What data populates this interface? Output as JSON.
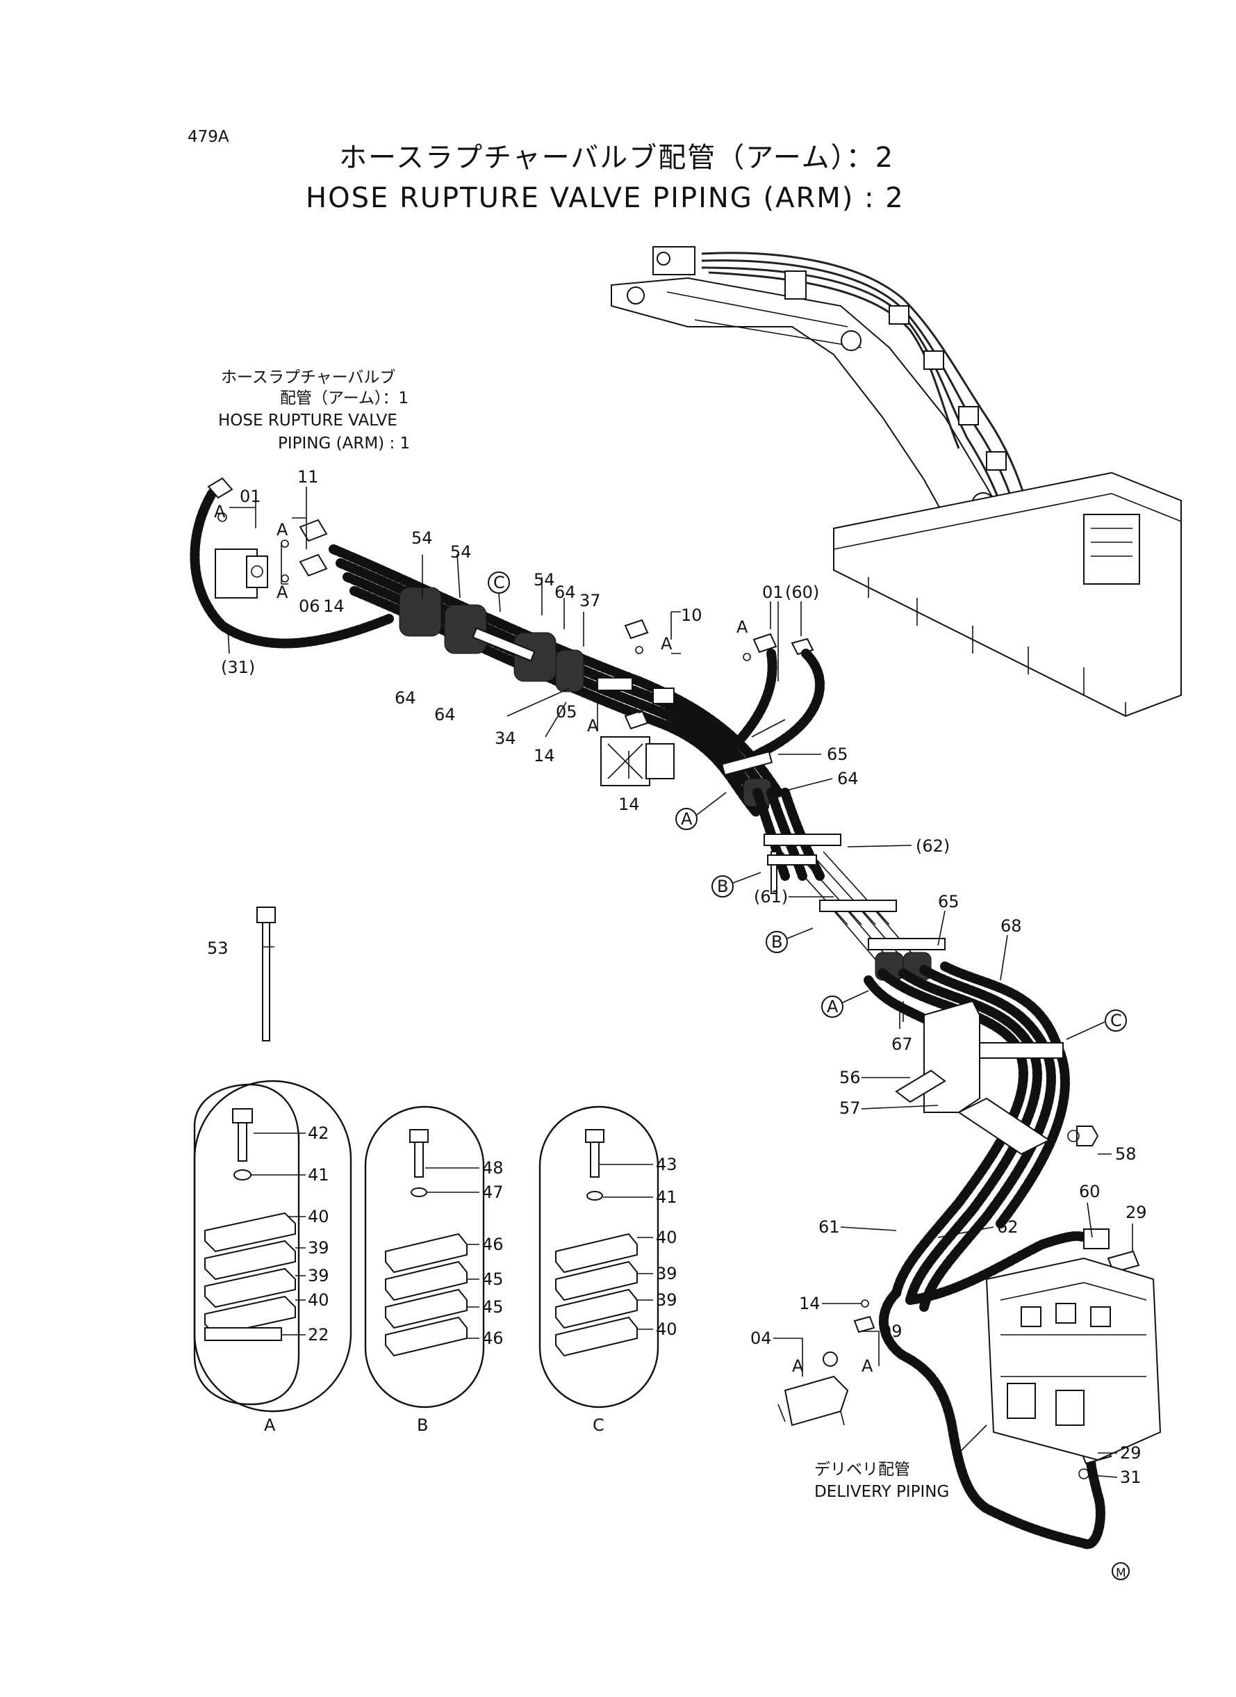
{
  "header": {
    "page_code": "479A",
    "title_jp": "ホースラプチャーバルブ配管（アーム）：2",
    "title_en": "HOSE  RUPTURE  VALVE  PIPING (ARM)  :  2"
  },
  "references": {
    "piping1_jp_line1": "ホースラプチャーバルブ",
    "piping1_jp_line2": "配管（アーム）：1",
    "piping1_en_line1": "HOSE   RUPTURE  VALVE",
    "piping1_en_line2": "PIPING (ARM)  :  1",
    "delivery_jp": "デリベリ配管",
    "delivery_en": "DELIVERY  PIPING"
  },
  "callouts": {
    "c01a": "01",
    "c11": "11",
    "cA1": "A",
    "cA2": "A",
    "cA3": "A",
    "c06": "06",
    "c14a": "14",
    "c31p": "(31)",
    "c54a": "54",
    "c54b": "54",
    "c54c": "54",
    "c64a": "64",
    "c64b": "64",
    "c64c": "64",
    "c37": "37",
    "c10": "10",
    "cA4": "A",
    "c34": "34",
    "c05": "05",
    "cA5": "A",
    "c14b": "14",
    "c14c": "14",
    "c01b": "01",
    "c60p": "(60)",
    "cA6": "A",
    "c65a": "65",
    "c64d": "64",
    "c62p": "(62)",
    "c61p": "(61)",
    "c65b": "65",
    "c68": "68",
    "c67": "67",
    "c56": "56",
    "c57": "57",
    "c58": "58",
    "c53": "53",
    "c60": "60",
    "c29a": "29",
    "c61": "61",
    "c62": "62",
    "c14d": "14",
    "c04": "04",
    "c09": "09",
    "cA7": "A",
    "cA8": "A",
    "c29b": "29",
    "c31": "31"
  },
  "markers": {
    "mC1": "C",
    "mA1": "A",
    "mB1": "B",
    "mB2": "B",
    "mA2": "A",
    "mC2": "C"
  },
  "details": {
    "A": {
      "label": "A",
      "parts": [
        "42",
        "41",
        "40",
        "39",
        "39",
        "40",
        "22"
      ]
    },
    "B": {
      "label": "B",
      "parts": [
        "48",
        "47",
        "46",
        "45",
        "45",
        "46"
      ]
    },
    "C": {
      "label": "C",
      "parts": [
        "43",
        "41",
        "40",
        "39",
        "39",
        "40"
      ]
    }
  },
  "footer": {
    "mark": "M"
  }
}
